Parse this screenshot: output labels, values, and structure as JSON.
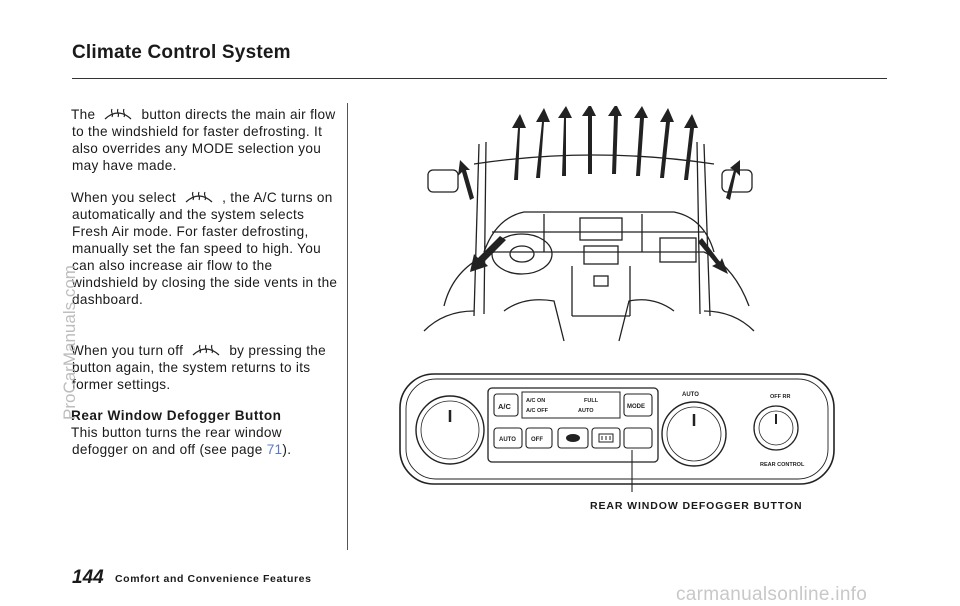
{
  "header": {
    "title": "Climate Control System"
  },
  "body": {
    "p1_before": "The",
    "p1_after": "button directs the main air flow to the windshield for faster defrosting. It also overrides any MODE selection you may have made.",
    "p2_before": "When you select",
    "p2_after": ", the A/C turns on automatically and the system selects Fresh Air mode. For faster defrosting, manually set the fan speed to high. You can also increase air flow to the windshield by closing the side vents in the dashboard.",
    "p3_before": "When you turn off",
    "p3_after": "by pressing the button again, the system returns to its former settings.",
    "section_heading": "Rear Window Defogger Button",
    "p4_before": "This button turns the rear window defogger on and off (see page",
    "p4_link": "71",
    "p4_after": ")."
  },
  "panel": {
    "ac": "A/C",
    "ac_on": "A/C ON",
    "ac_off": "A/C OFF",
    "full": "FULL",
    "auto_small": "AUTO",
    "mode": "MODE",
    "auto": "AUTO",
    "off": "OFF",
    "auto_knob": "AUTO",
    "off_rr": "OFF  RR",
    "rear_control": "REAR CONTROL"
  },
  "callout": "REAR WINDOW DEFOGGER BUTTON",
  "footer": {
    "page_number": "144",
    "section": "Comfort and Convenience Features"
  },
  "watermark": {
    "side": "ProCarManuals.com",
    "site": "carmanualsonline.info"
  },
  "icons": [
    "windshield-defrost-icon",
    "rear-defogger-icon",
    "recirculation-icon"
  ]
}
